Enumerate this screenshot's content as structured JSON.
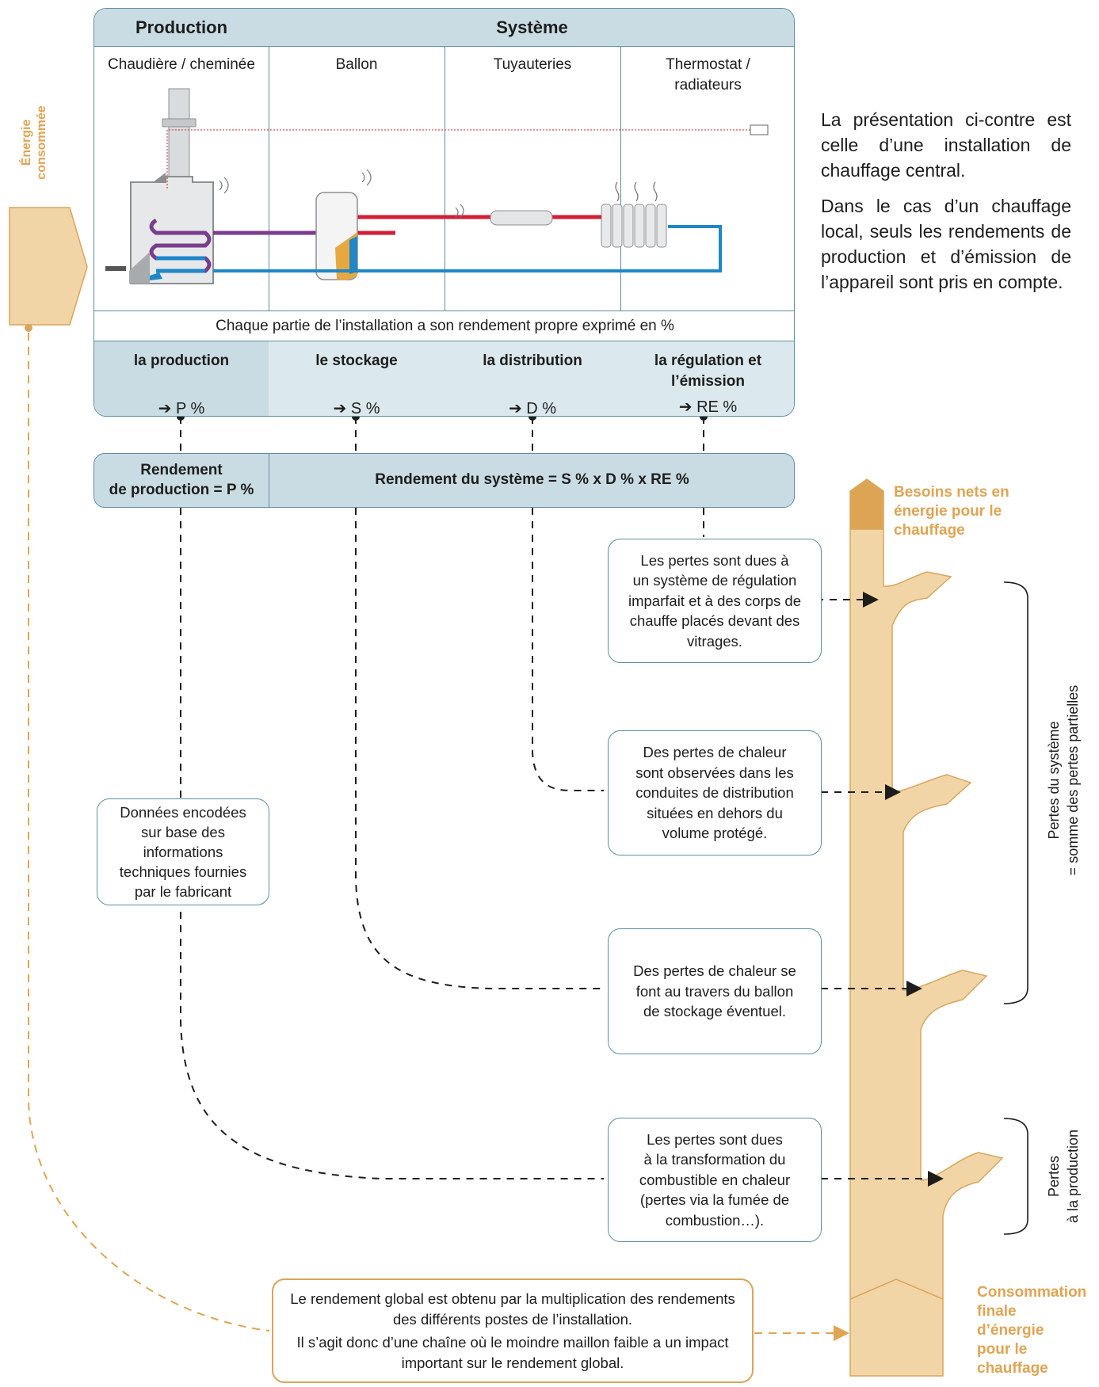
{
  "header": {
    "production": "Production",
    "systeme": "Système"
  },
  "columns": {
    "chaudiere": "Chaudière / cheminée",
    "ballon": "Ballon",
    "tuyauteries": "Tuyauteries",
    "thermostat_1": "Thermostat /",
    "thermostat_2": "radiateurs"
  },
  "caption": "Chaque partie de l’installation a son rendement propre exprimé en %",
  "efficiencies": {
    "production": {
      "label": "la production",
      "value": "➔ P %"
    },
    "stockage": {
      "label": "le stockage",
      "value": "➔ S %"
    },
    "distribution": {
      "label": "la distribution",
      "value": "➔ D %"
    },
    "regulation_1": "la régulation et",
    "regulation_2": "l’émission",
    "regulation_value": "➔ RE %"
  },
  "formula": {
    "production_1": "Rendement",
    "production_2": "de production = P %",
    "system": "Rendement  du système = S % x D % x RE %"
  },
  "side_text": {
    "p1": "La présentation ci-contre est celle d’une installation de chauffage central.",
    "p2": "Dans le cas d’un chauffage local, seuls les rendements de production et d’émission de l’appareil sont pris en compte."
  },
  "energy_consumed": {
    "line1": "Énergie",
    "line2": "consommée"
  },
  "boxes": {
    "regulation": [
      "Les pertes sont dues à",
      "un système de régulation",
      "imparfait et à des corps de",
      "chauffe placés devant des",
      "vitrages."
    ],
    "distribution": [
      "Des pertes de chaleur",
      "sont observées dans les",
      "conduites de distribution",
      "situées en dehors du",
      "volume protégé."
    ],
    "stockage": [
      "Des pertes de chaleur se",
      "font au travers du ballon",
      "de stockage éventuel."
    ],
    "production": [
      "Les pertes sont dues",
      "à la transformation du",
      "combustible en chaleur",
      "(pertes via la fumée de",
      "combustion…)."
    ],
    "donnees": [
      "Données encodées",
      "sur base des",
      "informations",
      "techniques fournies",
      "par le fabricant"
    ],
    "global_1": "Le rendement global est obtenu par la multiplication des rendements des différents postes de l’installation.",
    "global_2": "Il s’agit donc d’une chaîne où le moindre maillon faible a un impact important sur le rendement global."
  },
  "labels": {
    "besoins": [
      "Besoins nets en",
      "énergie pour le",
      "chauffage"
    ],
    "consommation": [
      "Consommation",
      "finale",
      "d’énergie",
      "pour le",
      "chauffage"
    ],
    "pertes_systeme_1": "Pertes du système",
    "pertes_systeme_2": "= somme des pertes partielles",
    "pertes_prod_1": "Pertes",
    "pertes_prod_2": "à la production"
  },
  "colors": {
    "header_blue": "#c9dce4",
    "border_blue": "#5d8ea0",
    "flow_fill": "#f2d5a6",
    "flow_stroke": "#d9a55a",
    "orange_text": "#e0a453",
    "pipe_red": "#d21f35",
    "pipe_blue": "#1f86c8"
  }
}
